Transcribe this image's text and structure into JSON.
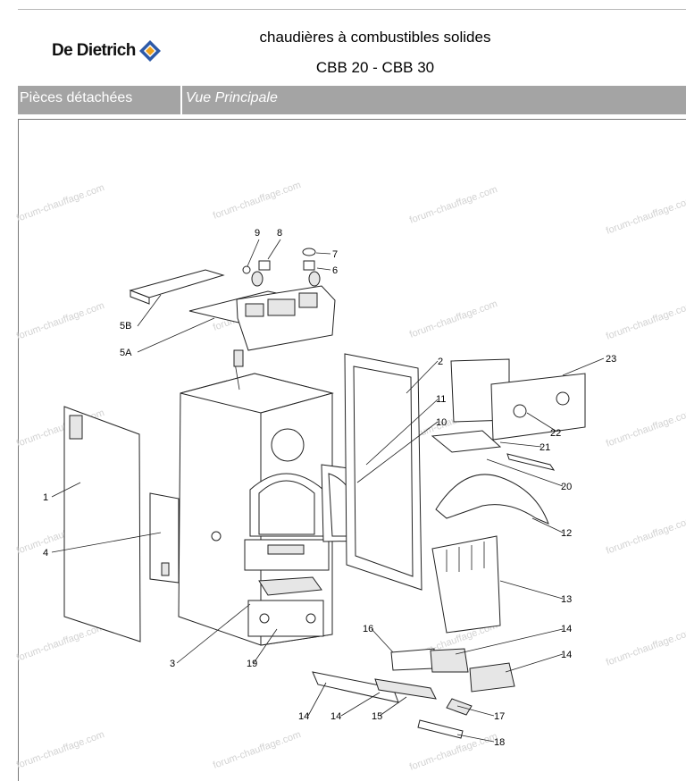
{
  "header": {
    "brand": "De Dietrich",
    "title_line1": "chaudières à combustibles solides",
    "title_line2": "CBB 20 - CBB 30"
  },
  "navbar": {
    "section": "Pièces détachées",
    "view": "Vue Principale"
  },
  "watermark": "forum-chauffage.com",
  "colors": {
    "bar": "#a4a4a4",
    "logo_blue": "#2d5aa8",
    "logo_orange": "#f0a21a"
  },
  "parts": [
    "1",
    "2",
    "3",
    "4",
    "5A",
    "5B",
    "6",
    "7",
    "8",
    "9",
    "10",
    "11",
    "12",
    "13",
    "14",
    "14",
    "14",
    "14",
    "15",
    "16",
    "17",
    "18",
    "19",
    "20",
    "21",
    "22",
    "23"
  ]
}
